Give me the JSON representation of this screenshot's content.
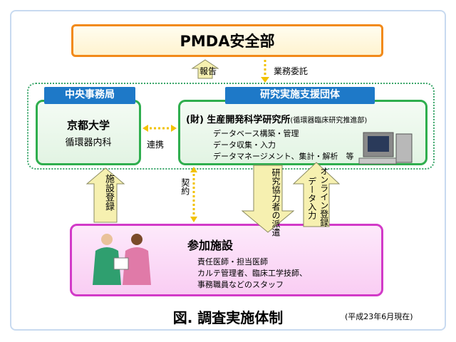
{
  "pmda": {
    "title": "PMDA安全部"
  },
  "flows": {
    "report": "報告",
    "outsourcing": "業務委託",
    "cooperation": "連携",
    "contract": "契約",
    "facility_registration": "施設登録",
    "researcher_dispatch": "研究協力者の派遣",
    "online_registration": "オンライン登録",
    "data_entry": "データ入力"
  },
  "central_office": {
    "header": "中央事務局",
    "title": "京都大学",
    "subtitle": "循環器内科"
  },
  "support_org": {
    "header": "研究実施支援団体",
    "title": "(財) 生産開発科学研究所",
    "title_note": "(循環器臨床研究推進部)",
    "lines": [
      "データベース構築・管理",
      "データ収集・入力",
      "データマネージメント、集計・解析　等"
    ]
  },
  "participating_facilities": {
    "title": "参加施設",
    "lines": [
      "責任医師・担当医師",
      "カルテ管理者、臨床工学技師、",
      "事務職員などのスタッフ"
    ]
  },
  "caption": "図. 調査実施体制",
  "date_note": "(平成23年6月現在)",
  "colors": {
    "pmda_border": "#f28a1a",
    "group_border": "#2fae4e",
    "header_fill": "#1e79c8",
    "facility_border": "#d23ac8",
    "arrow_fill": "#f6f0b0",
    "dotted_arrow": "#f2c200"
  }
}
